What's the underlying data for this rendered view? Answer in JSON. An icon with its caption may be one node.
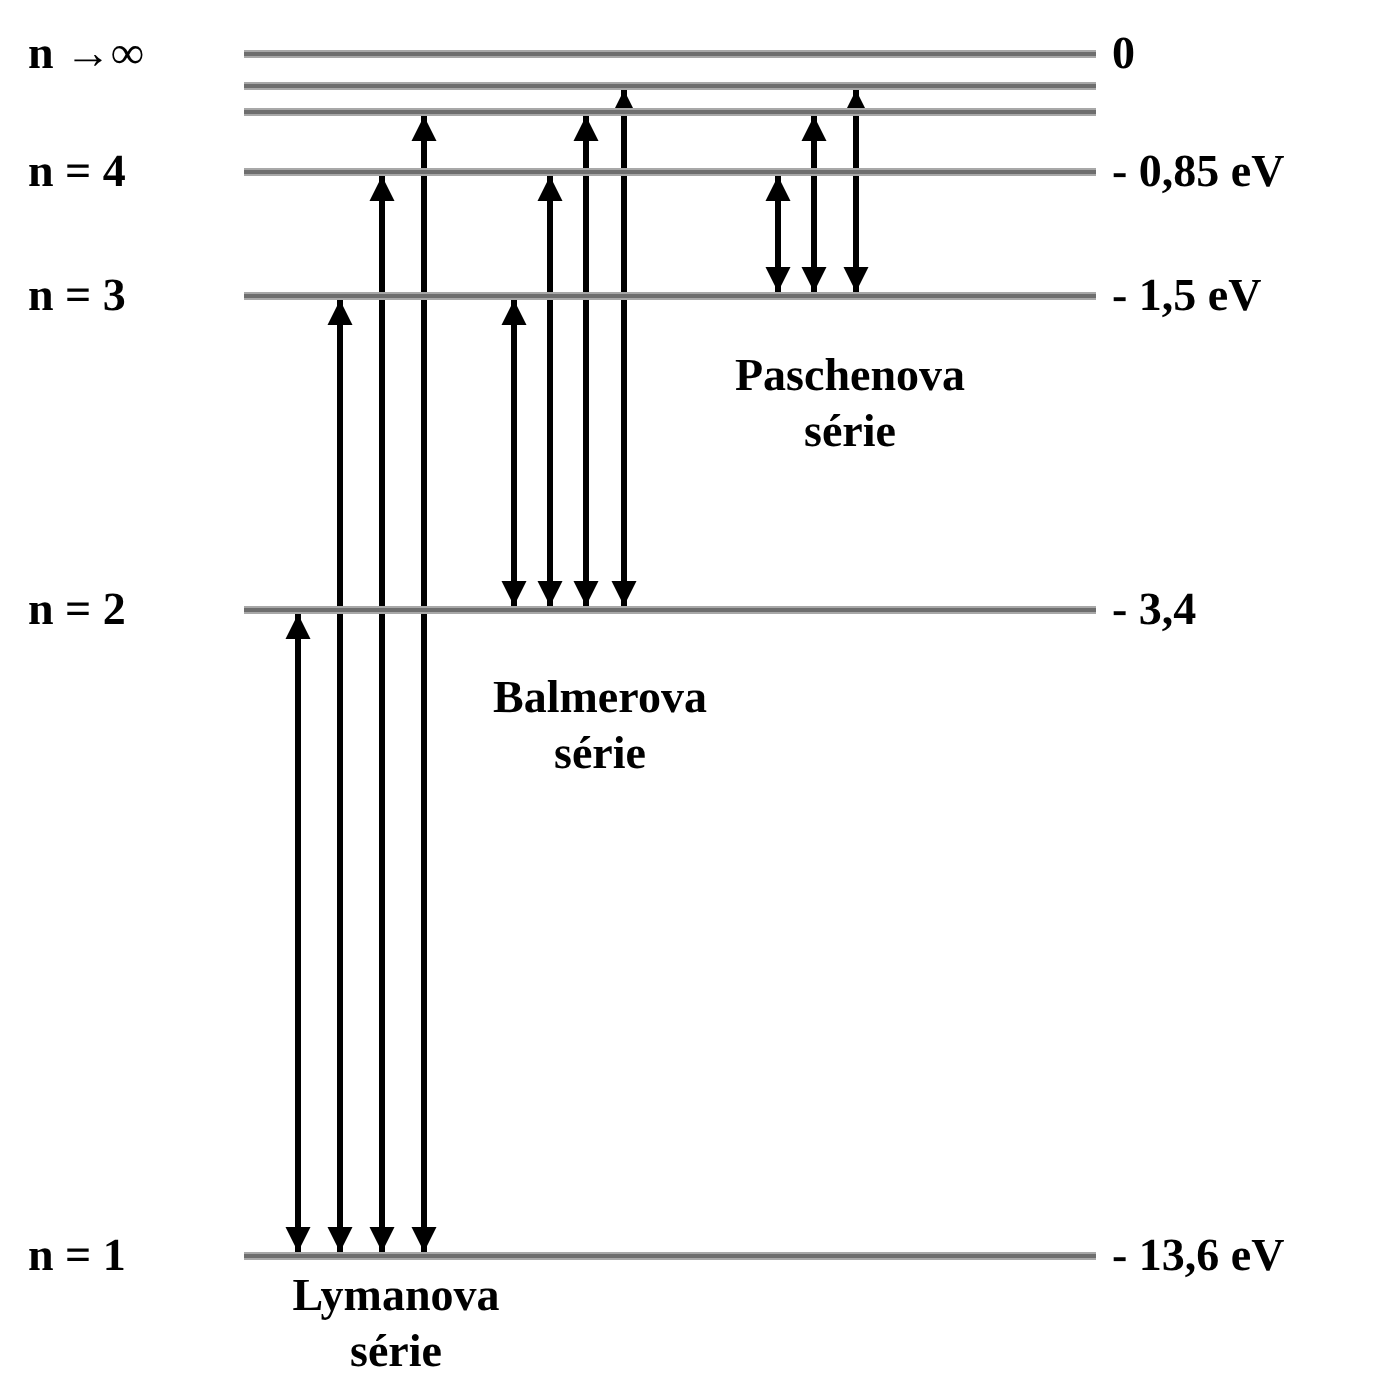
{
  "diagram": {
    "nodes": [
      {
        "text": [],
        "shape": "bar",
        "beside": [
          "n →∞",
          "0"
        ]
      },
      {
        "text": [],
        "shape": "bar"
      },
      {
        "text": [],
        "shape": "bar"
      },
      {
        "text": [],
        "shape": "bar",
        "beside": [
          "n = 4",
          "- 0,85 eV"
        ]
      },
      {
        "text": [],
        "shape": "bar",
        "beside": [
          "n = 3",
          "- 1,5 eV"
        ]
      },
      {
        "text": [],
        "shape": "bar",
        "beside": [
          "n = 2",
          "- 3,4"
        ]
      },
      {
        "text": [],
        "shape": "bar",
        "beside": [
          "n = 1",
          "- 13,6 eV"
        ]
      }
    ],
    "edges": [
      {
        "from": 6,
        "to": 5,
        "arrow": "both"
      },
      {
        "from": 6,
        "to": 4,
        "arrow": "both"
      },
      {
        "from": 6,
        "to": 3,
        "arrow": "both"
      },
      {
        "from": 6,
        "to": 2,
        "arrow": "both"
      },
      {
        "from": 5,
        "to": 4,
        "arrow": "both"
      },
      {
        "from": 5,
        "to": 3,
        "arrow": "both"
      },
      {
        "from": 5,
        "to": 2,
        "arrow": "both"
      },
      {
        "from": 5,
        "to": 1,
        "arrow": "both"
      },
      {
        "from": 4,
        "to": 3,
        "arrow": "both"
      },
      {
        "from": 4,
        "to": 2,
        "arrow": "both"
      },
      {
        "from": 4,
        "to": 1,
        "arrow": "both"
      }
    ],
    "labels": [
      "Paschenova série",
      "Balmerova série",
      "Lymanova série"
    ]
  }
}
